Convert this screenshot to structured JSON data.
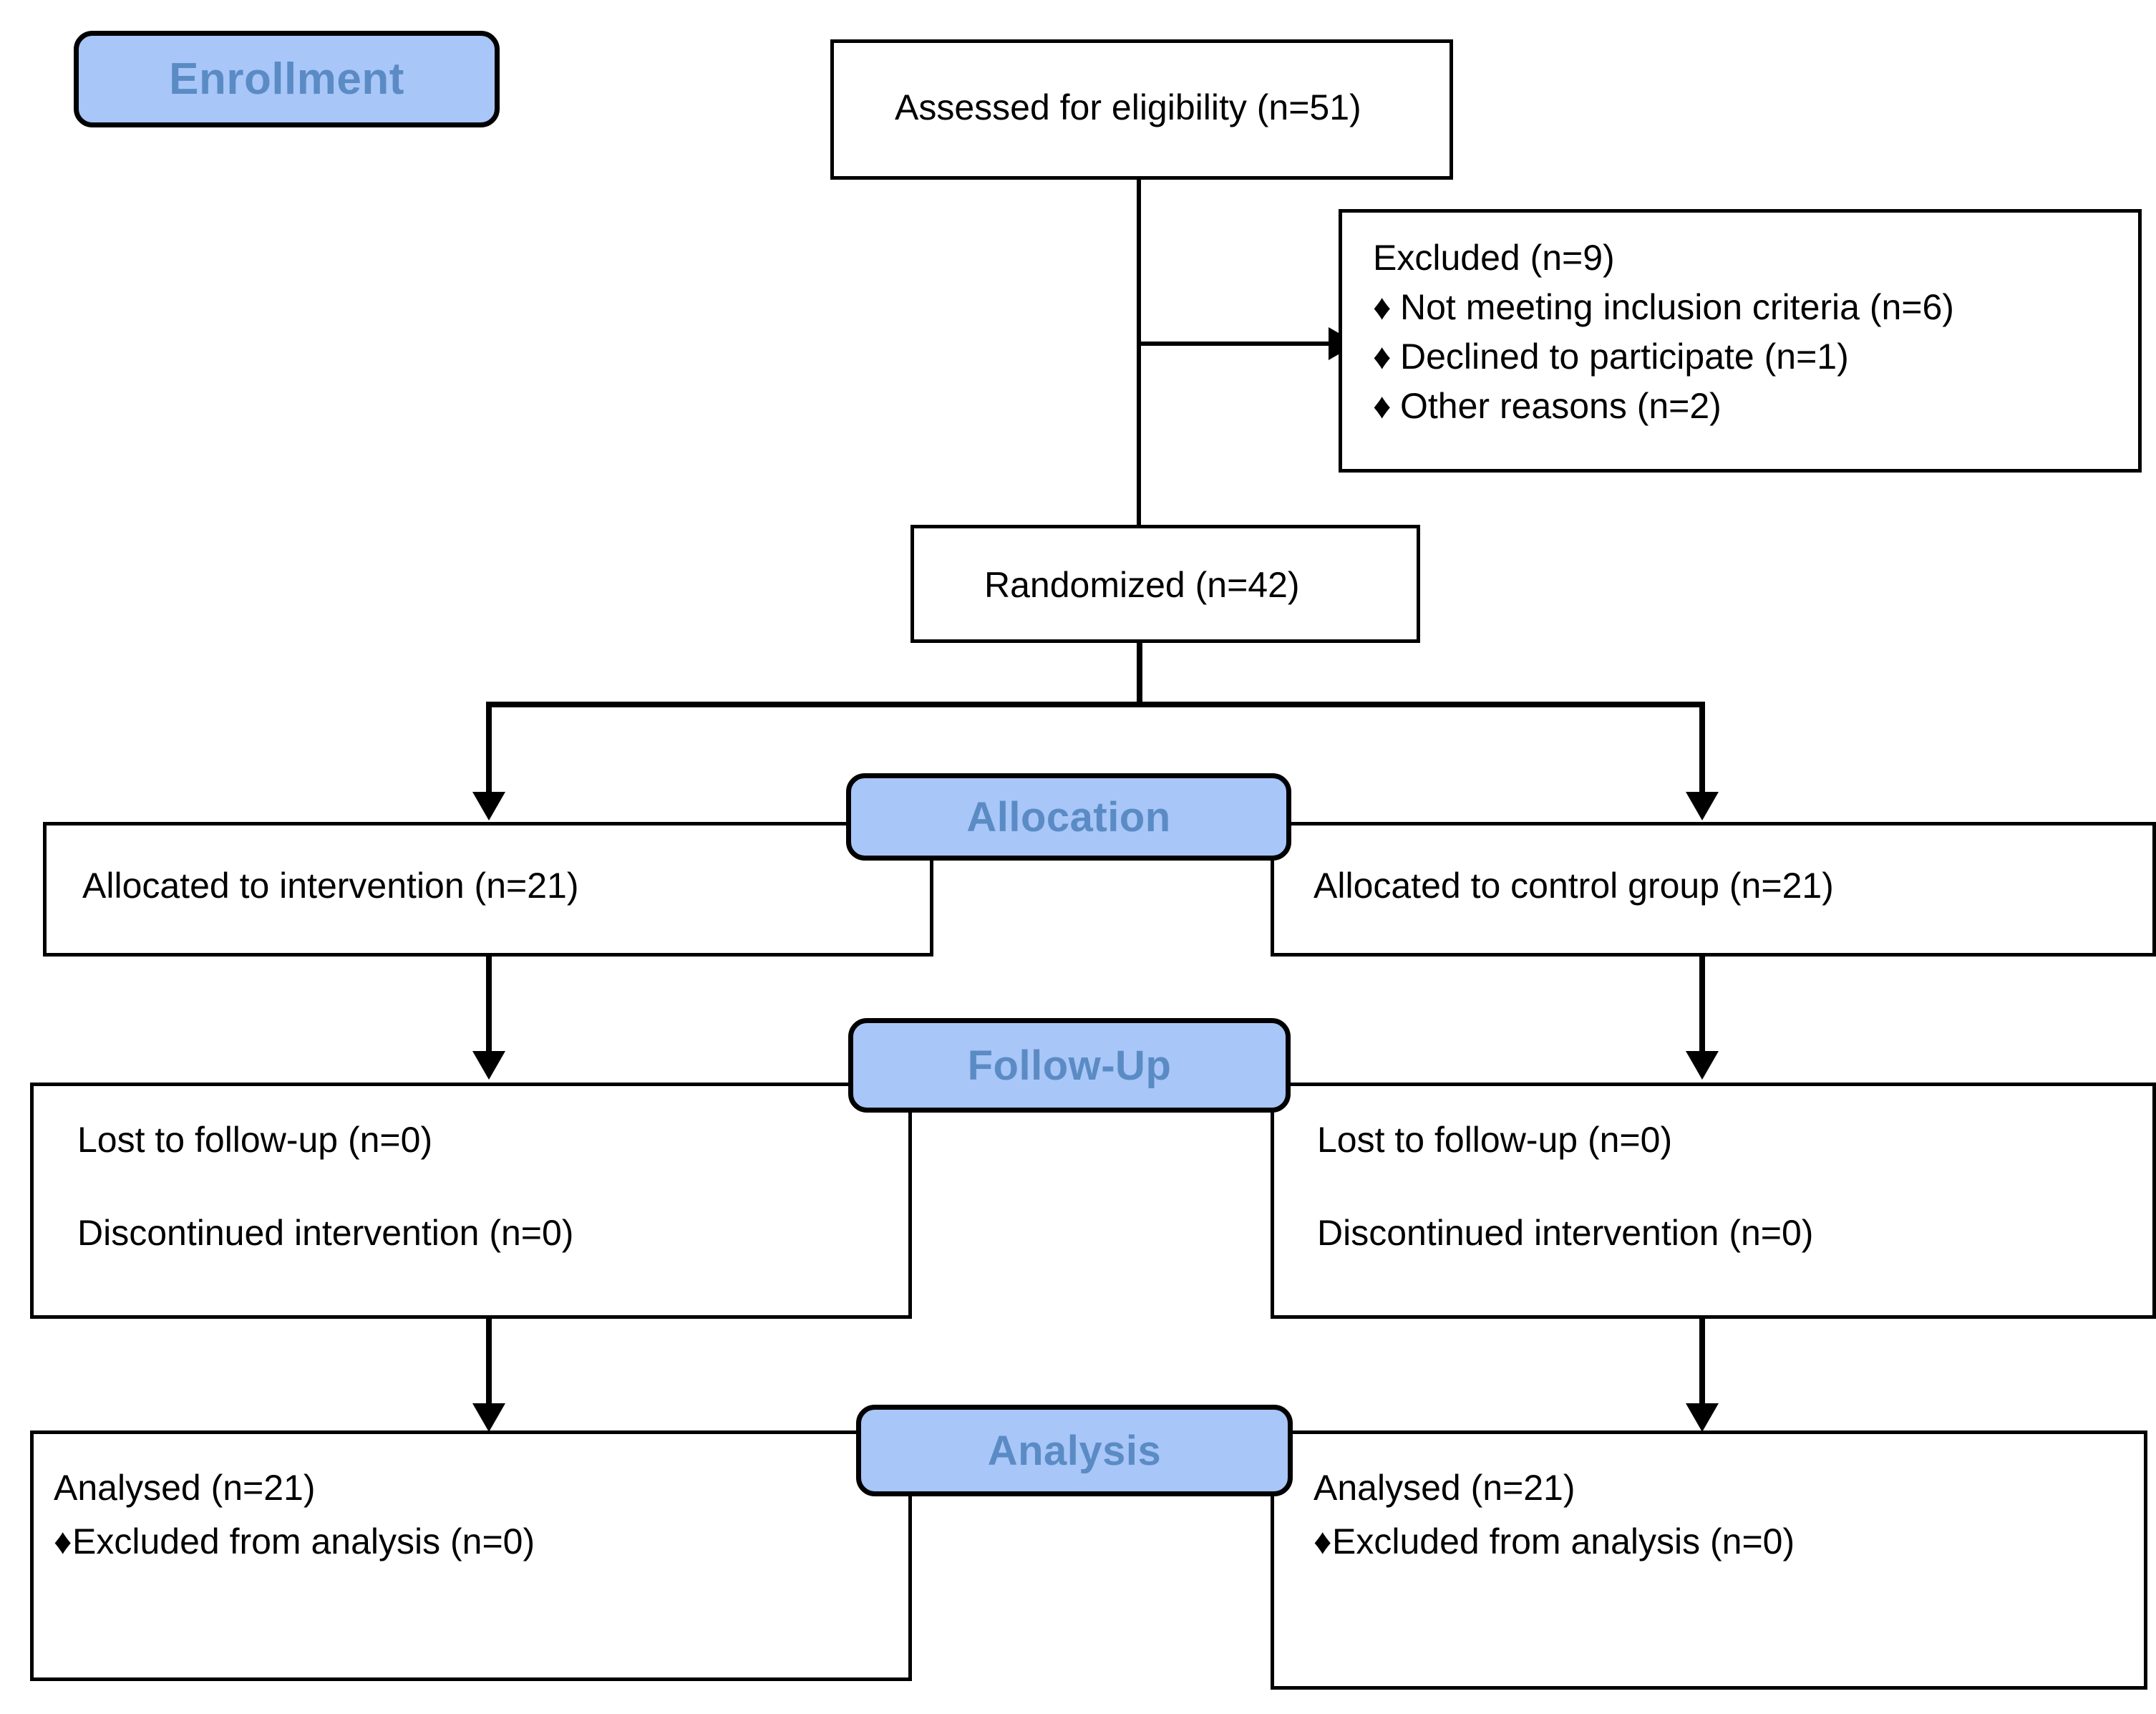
{
  "diagram": {
    "title": "CONSORT participant flow diagram",
    "accent_fill": "#a8c6f7",
    "accent_text": "#5b8bc4",
    "line_color": "#000000"
  },
  "stages": {
    "enrollment": "Enrollment",
    "allocation": "Allocation",
    "followup": "Follow-Up",
    "analysis": "Analysis"
  },
  "enrollment": {
    "assessed": "Assessed for eligibility (n=51)",
    "excluded_title": "Excluded  (n=9)",
    "excluded_reasons": [
      "Not meeting inclusion criteria (n=6)",
      "Declined to participate (n=1)",
      "Other reasons (n=2)"
    ],
    "randomized": "Randomized (n=42)"
  },
  "allocation": {
    "left": "Allocated to intervention (n=21)",
    "right": "Allocated to control group (n=21)"
  },
  "followup": {
    "left_line1": "Lost to follow-up (n=0)",
    "left_line2": "Discontinued intervention (n=0)",
    "right_line1": "Lost to follow-up (n=0)",
    "right_line2": "Discontinued intervention (n=0)"
  },
  "analysis": {
    "left_title": "Analysed  (n=21)",
    "left_bullet": "Excluded from analysis (n=0)",
    "right_title": "Analysed  (n=21)",
    "right_bullet": "Excluded from analysis (n=0)"
  },
  "icons": {
    "bullet": "♦"
  }
}
